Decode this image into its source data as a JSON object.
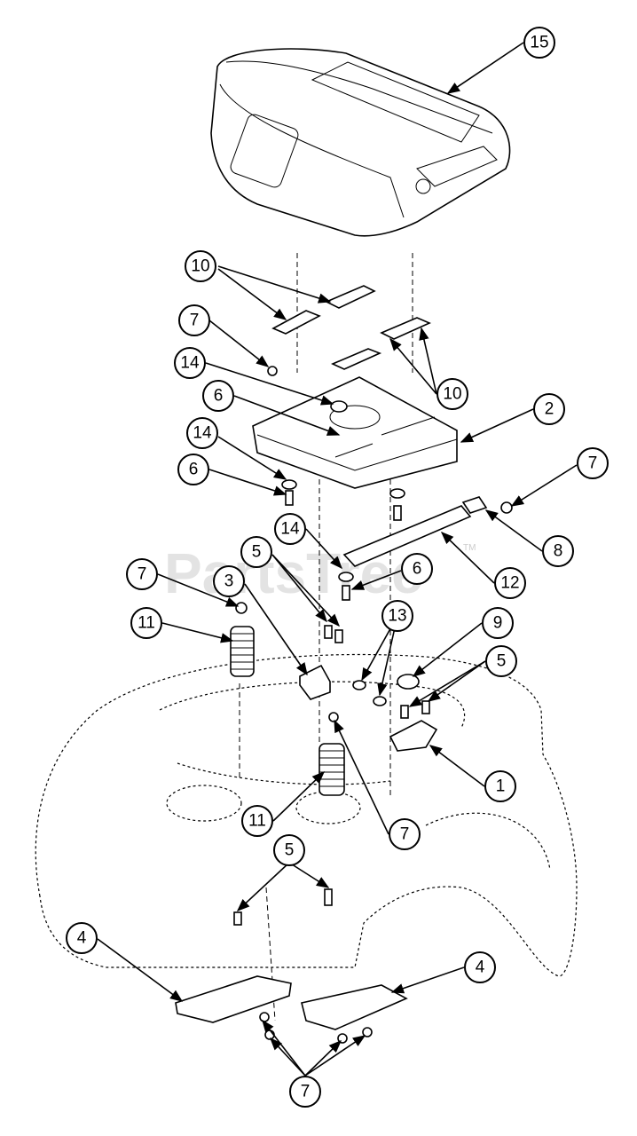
{
  "watermark": {
    "text": "PartsTree",
    "tm": "TM"
  },
  "callouts": [
    "15",
    "10",
    "7",
    "14",
    "6",
    "14",
    "6",
    "10",
    "2",
    "7",
    "8",
    "14",
    "12",
    "6",
    "5",
    "7",
    "3",
    "13",
    "9",
    "5",
    "11",
    "1",
    "11",
    "7",
    "5",
    "4",
    "4",
    "7"
  ]
}
